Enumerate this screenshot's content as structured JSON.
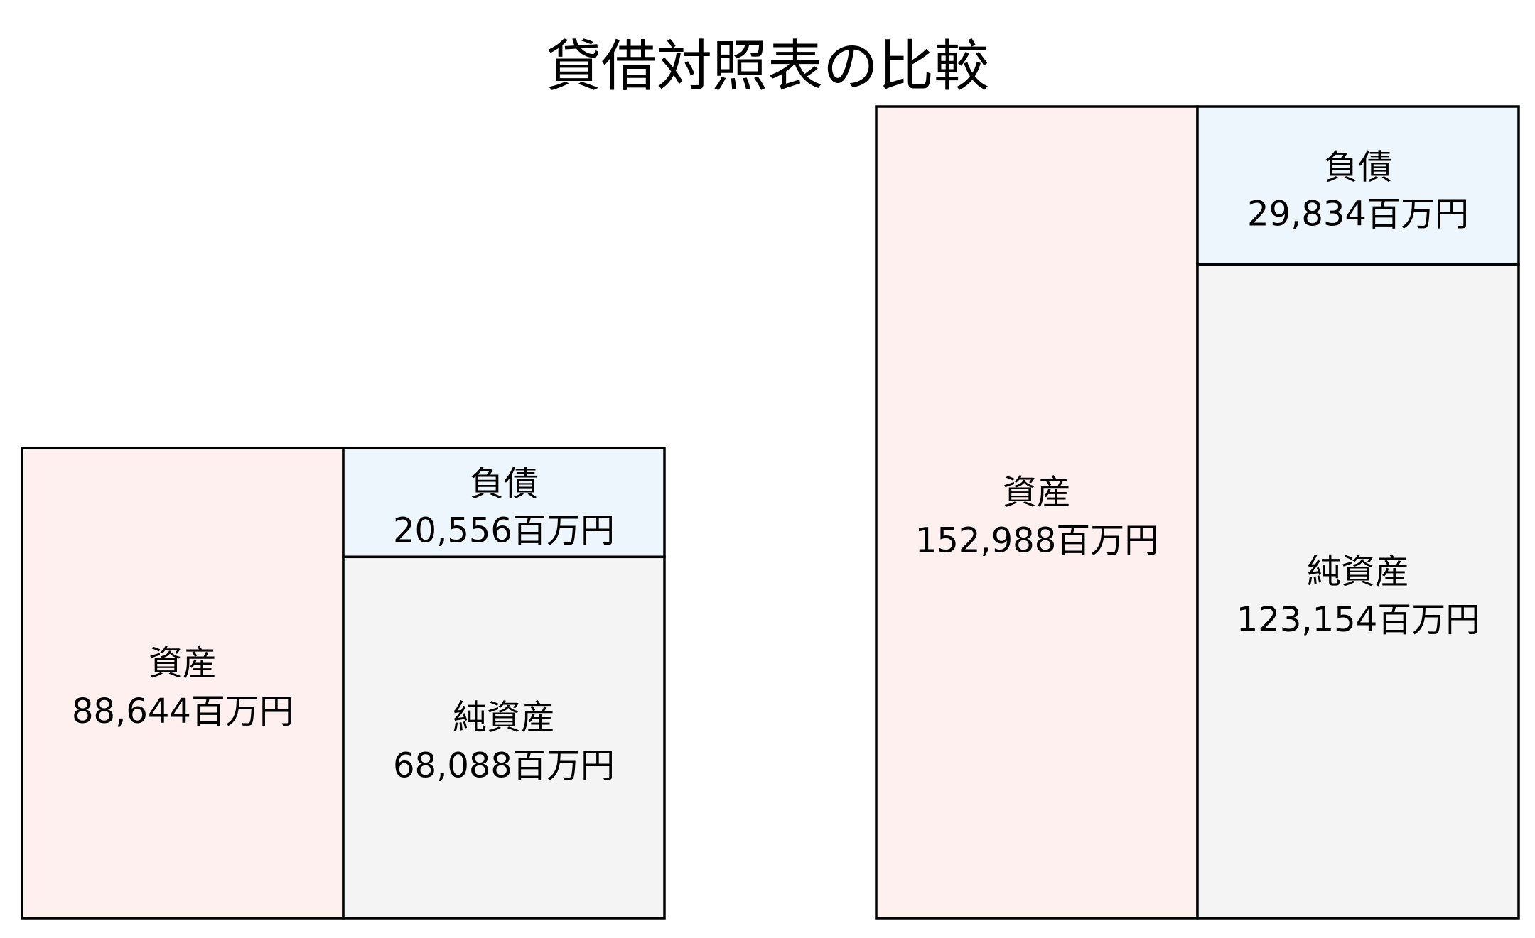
{
  "chart_data": {
    "type": "balance-sheet",
    "title": "貸借対照表の比較",
    "unit": "百万円",
    "colors": {
      "assets": "#fdf0ef",
      "liabilities": "#eef6fd",
      "net_assets": "#f4f4f4",
      "border": "#000000"
    },
    "sheets": [
      {
        "assets": {
          "label": "資産",
          "value": 88644,
          "display": "88,644百万円"
        },
        "liabilities": {
          "label": "負債",
          "value": 20556,
          "display": "20,556百万円"
        },
        "net_assets": {
          "label": "純資産",
          "value": 68088,
          "display": "68,088百万円"
        }
      },
      {
        "assets": {
          "label": "資産",
          "value": 152988,
          "display": "152,988百万円"
        },
        "liabilities": {
          "label": "負債",
          "value": 29834,
          "display": "29,834百万円"
        },
        "net_assets": {
          "label": "純資産",
          "value": 123154,
          "display": "123,154百万円"
        }
      }
    ]
  }
}
